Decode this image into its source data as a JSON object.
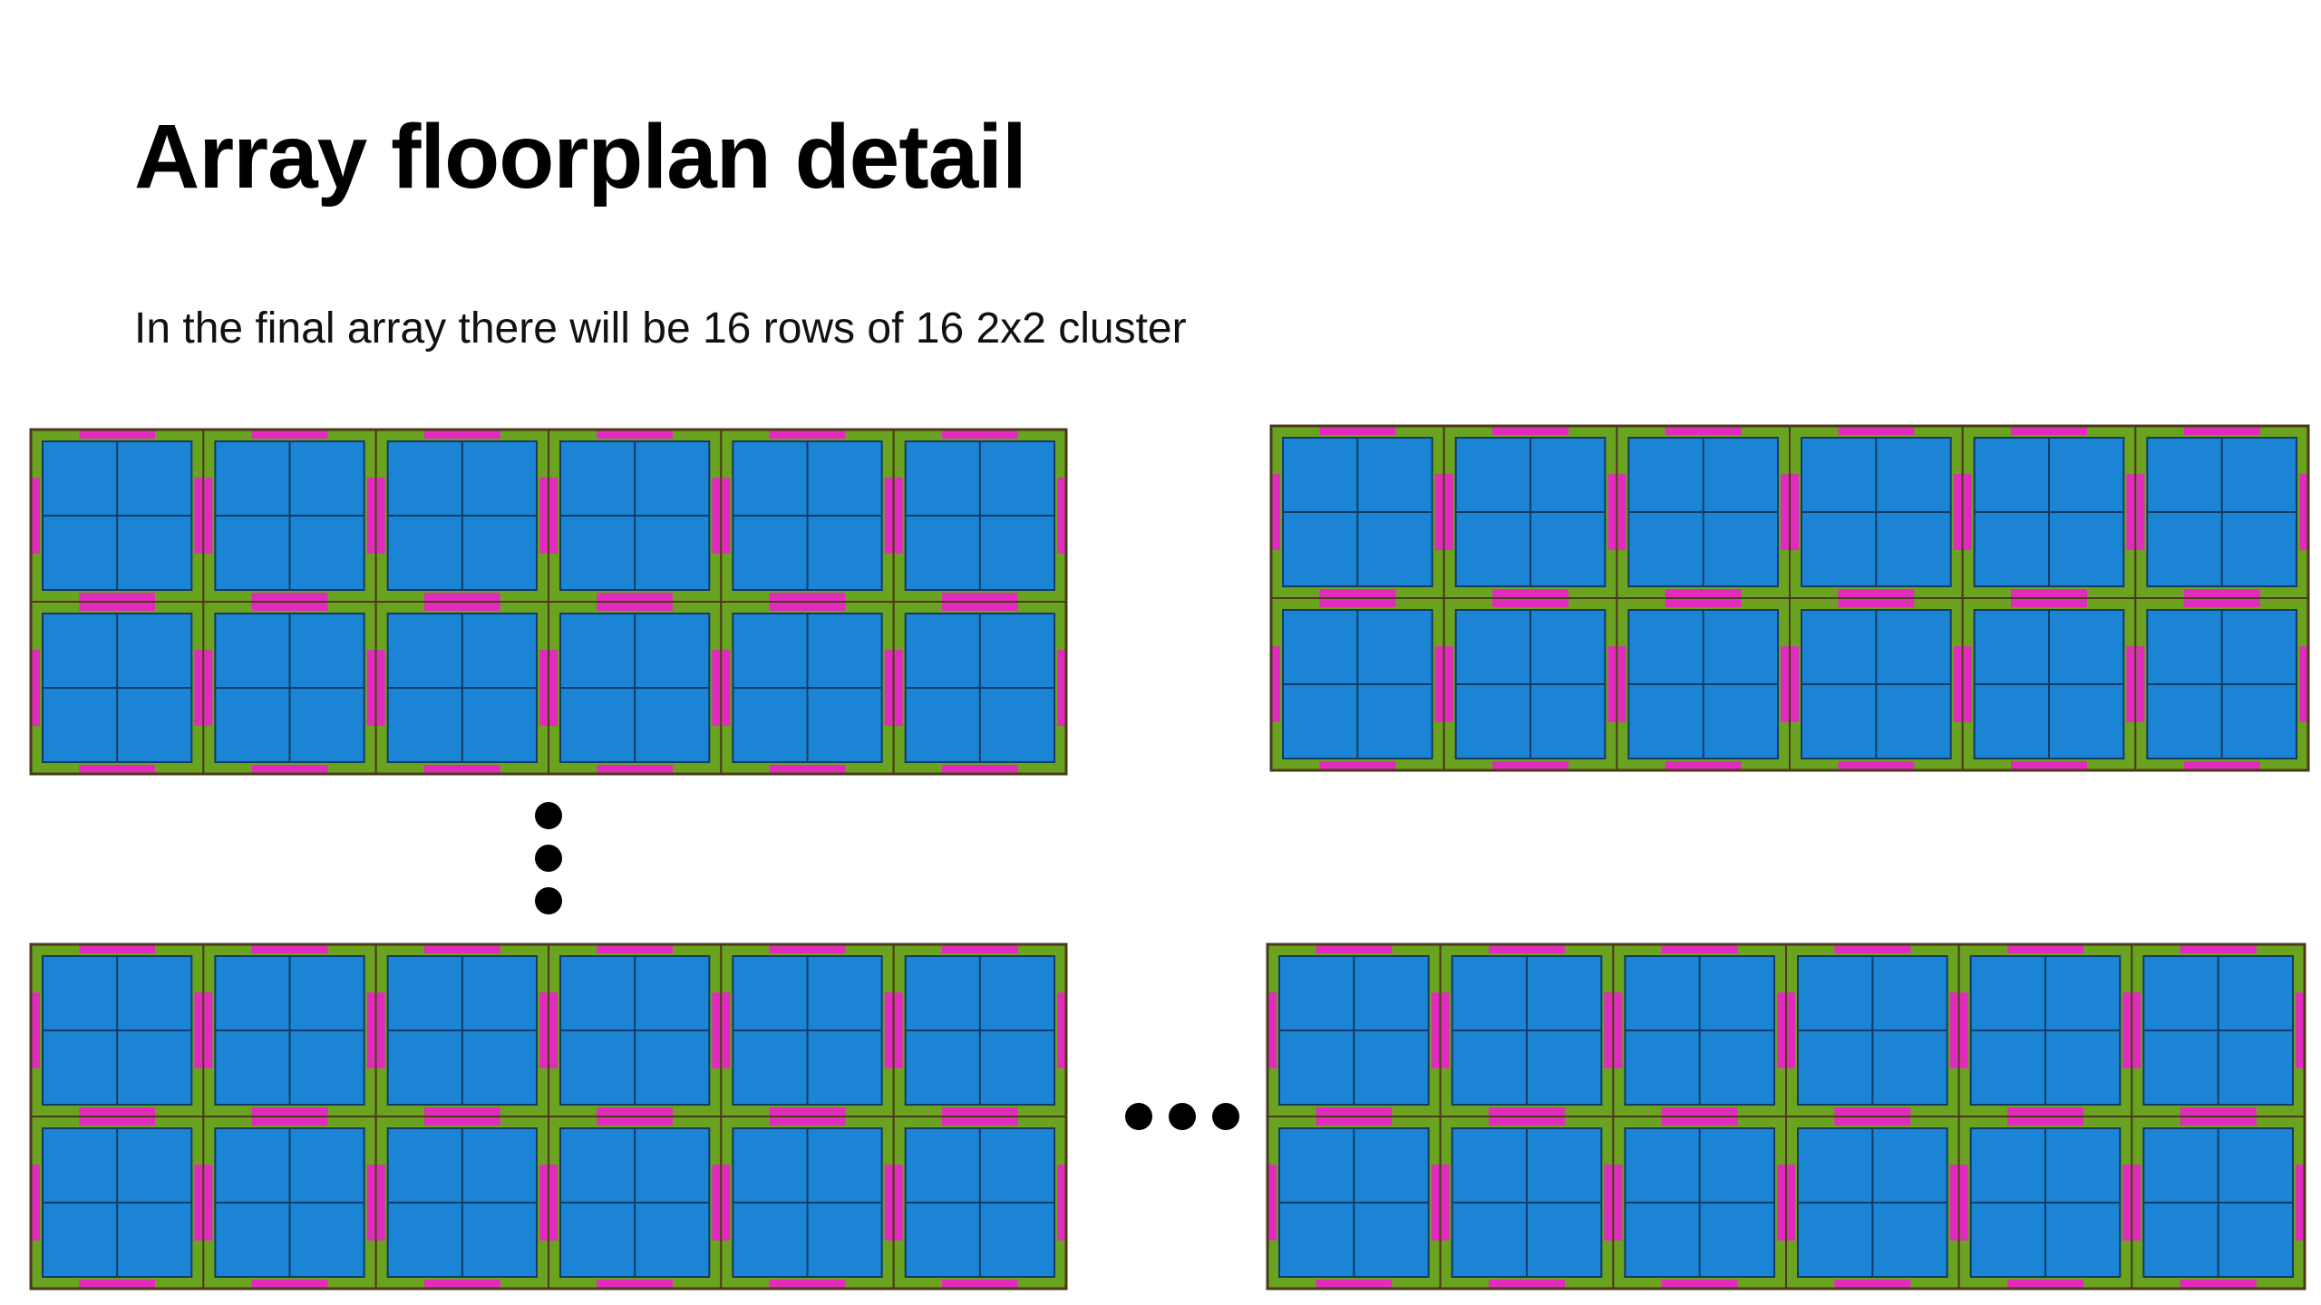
{
  "slide": {
    "title": "Array floorplan detail",
    "subtitle": "In the final array there will be 16 rows of 16 2x2 cluster"
  },
  "diagram": {
    "blocks": [
      {
        "name": "array-block-top-left",
        "tile_columns": 6,
        "tile_rows": 2
      },
      {
        "name": "array-block-top-right",
        "tile_columns": 6,
        "tile_rows": 2
      },
      {
        "name": "array-block-bottom-left",
        "tile_columns": 6,
        "tile_rows": 2
      },
      {
        "name": "array-block-bottom-right",
        "tile_columns": 6,
        "tile_rows": 2
      }
    ],
    "cluster_cells": [
      2,
      2
    ],
    "ellipses": [
      {
        "name": "vertical-ellipsis",
        "dots": 3,
        "orientation": "vertical"
      },
      {
        "name": "horizontal-ellipsis",
        "dots": 3,
        "orientation": "horizontal"
      }
    ],
    "colors": {
      "cell": "#1b84d5",
      "cell_grid": "#123b66",
      "router": "#6aa31f",
      "link": "#e02bbd",
      "outline": "#4a3a1a",
      "dot": "#000000"
    }
  }
}
